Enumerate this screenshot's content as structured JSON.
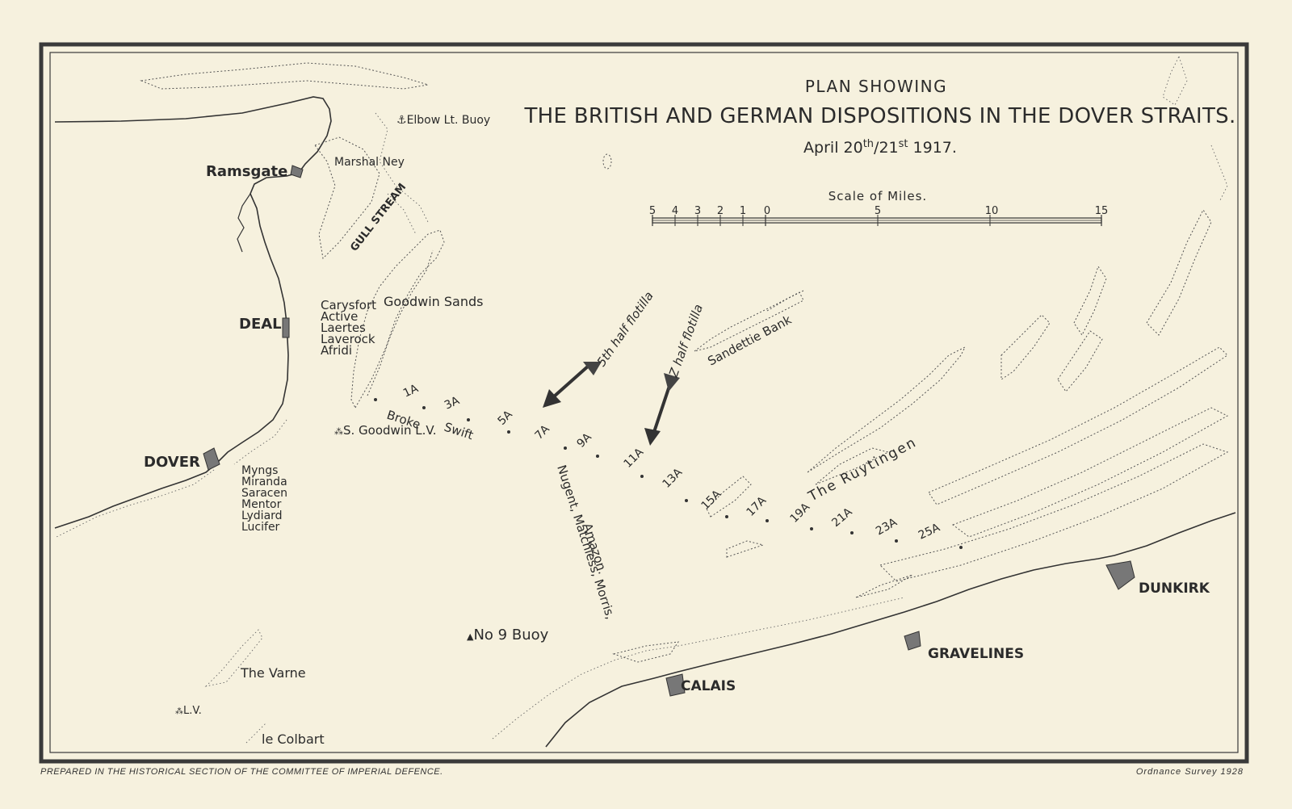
{
  "title": {
    "line1": "PLAN SHOWING",
    "line2": "THE BRITISH AND GERMAN DISPOSITIONS IN THE DOVER STRAITS.",
    "date_prefix": "April 20",
    "date_sup1": "th",
    "date_mid": "/21",
    "date_sup2": "st",
    "date_year": " 1917."
  },
  "scale": {
    "label": "Scale of Miles.",
    "ticks": [
      "5",
      "4",
      "3",
      "2",
      "1",
      "0",
      "5",
      "10",
      "15"
    ]
  },
  "towns": {
    "ramsgate": "Ramsgate",
    "deal": "DEAL",
    "dover": "DOVER",
    "dunkirk": "DUNKIRK",
    "gravelines": "GRAVELINES",
    "calais": "CALAIS"
  },
  "features": {
    "elbow_buoy": "Elbow Lt. Buoy",
    "marshal_ney": "Marshal Ney",
    "gull_stream": "GULL STREAM",
    "goodwin_sands": "Goodwin Sands",
    "s_goodwin": "S. Goodwin L.V.",
    "sandettie": "Sandettie Bank",
    "ruytingen": "The  Ruytingen",
    "no9_buoy": "No 9 Buoy",
    "varne": "The Varne",
    "lv": "L.V.",
    "colbart": "le Colbart"
  },
  "deal_ships": [
    "Carysfort",
    "Active",
    "Laertes",
    "Laverock",
    "Afridi"
  ],
  "dover_ships": [
    "Myngs",
    "Miranda",
    "Saracen",
    "Mentor",
    "Lydiard",
    "Lucifer"
  ],
  "patrol_ships": {
    "broke": "Broke",
    "swift": "Swift",
    "nugent_line1": "Nugent, Matchless, Morris,",
    "nugent_line2": "Amazon."
  },
  "flotillas": {
    "fifth": "5th half flotilla",
    "z": "Z half flotilla"
  },
  "buoys": [
    "1A",
    "3A",
    "5A",
    "7A",
    "9A",
    "11A",
    "13A",
    "15A",
    "17A",
    "19A",
    "21A",
    "23A",
    "25A"
  ],
  "footer": {
    "left": "PREPARED IN THE HISTORICAL SECTION OF THE COMMITTEE OF IMPERIAL DEFENCE.",
    "right": "Ordnance Survey 1928"
  },
  "colors": {
    "paper": "#f6f1de",
    "ink": "#2b2b2b",
    "border": "#3a3a3a"
  }
}
